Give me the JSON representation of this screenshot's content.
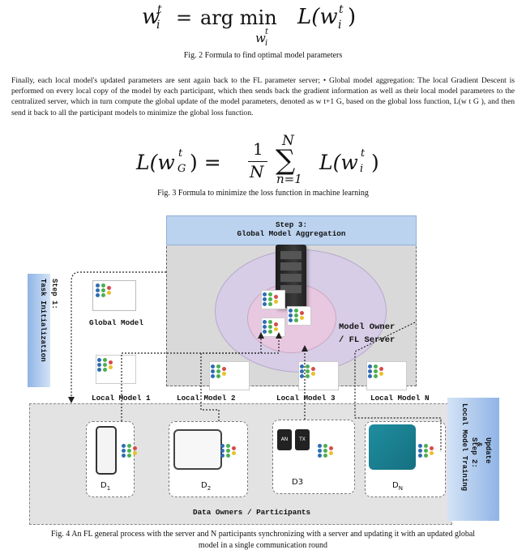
{
  "eq1": {
    "lhs_w": "w",
    "lhs_sub": "i",
    "lhs_sup": "t",
    "op": "arg min",
    "under_w": "w",
    "under_sub": "i",
    "under_sup": "t",
    "func": "L(w",
    "func_sub": "i",
    "func_sup": "t",
    "close": ")"
  },
  "caption_fig2": "Fig. 2 Formula to find optimal model parameters",
  "paragraph": "Finally, each local model's updated parameters are sent again back to the FL parameter server; • Global model aggregation: The local Gradient Descent is performed on every local copy of the model by each participant, which then sends back the gradient information as well as their local model parameters to the centralized server, which in turn compute the global update of the model parameters, denoted as w t+1 G, based on the global loss function, L(w t G ), and then send it back to all the participant models to minimize the global loss function.",
  "eq2": {
    "lhs": "L(w",
    "lhs_sub": "G",
    "lhs_sup": "t",
    "lhs_close": ") =",
    "frac_num": "1",
    "frac_den": "N",
    "sum_top": "N",
    "sum_sym": "∑",
    "sum_bottom": "n=1",
    "rhs": "L(w",
    "rhs_sub": "i",
    "rhs_sup": "t",
    "rhs_close": ")"
  },
  "caption_fig3": "Fig. 3 Formula to minimize the loss function in machine learning",
  "diagram": {
    "step3_line1": "Step 3:",
    "step3_line2": "Global Model Aggregation",
    "step1_line1": "Step 1:",
    "step1_line2": "Task Initialization",
    "step2_line1": "Step 2:",
    "step2_line2": "Local Model Training",
    "step2_line3": "&",
    "step2_line4": "Update",
    "global_model": "Global Model",
    "server_label_1": "Model Owner",
    "server_label_2": "/ FL Server",
    "local_models": [
      "Local Model 1",
      "Local Model 2",
      "Local Model 3",
      "Local Model N"
    ],
    "devices": [
      "D1",
      "D2",
      "D3",
      "DN"
    ],
    "device_main": [
      "D",
      "D",
      "D3",
      "D"
    ],
    "device_sub": [
      "1",
      "2",
      "",
      "N"
    ],
    "participants": "Data Owners / Participants",
    "tablet_text": [
      "AN",
      "TX"
    ],
    "colors": {
      "blue_node": "#2f6db3",
      "green_node": "#4caf50",
      "red_node": "#d84a4a",
      "yellow_node": "#e6c229",
      "step_box": "#bcd3ef",
      "server_panel": "#d9d9d9",
      "outer_ellipse": "#d7cde6",
      "inner_ellipse": "#e8c8e0",
      "participants_panel": "#e3e3e3",
      "robot_teal": "#1f8ea0"
    }
  },
  "caption_fig4_line1": "Fig. 4 An FL general process with the server and N participants synchronizing with a server and updating it with an updated global",
  "caption_fig4_line2": "model in a single communication round"
}
